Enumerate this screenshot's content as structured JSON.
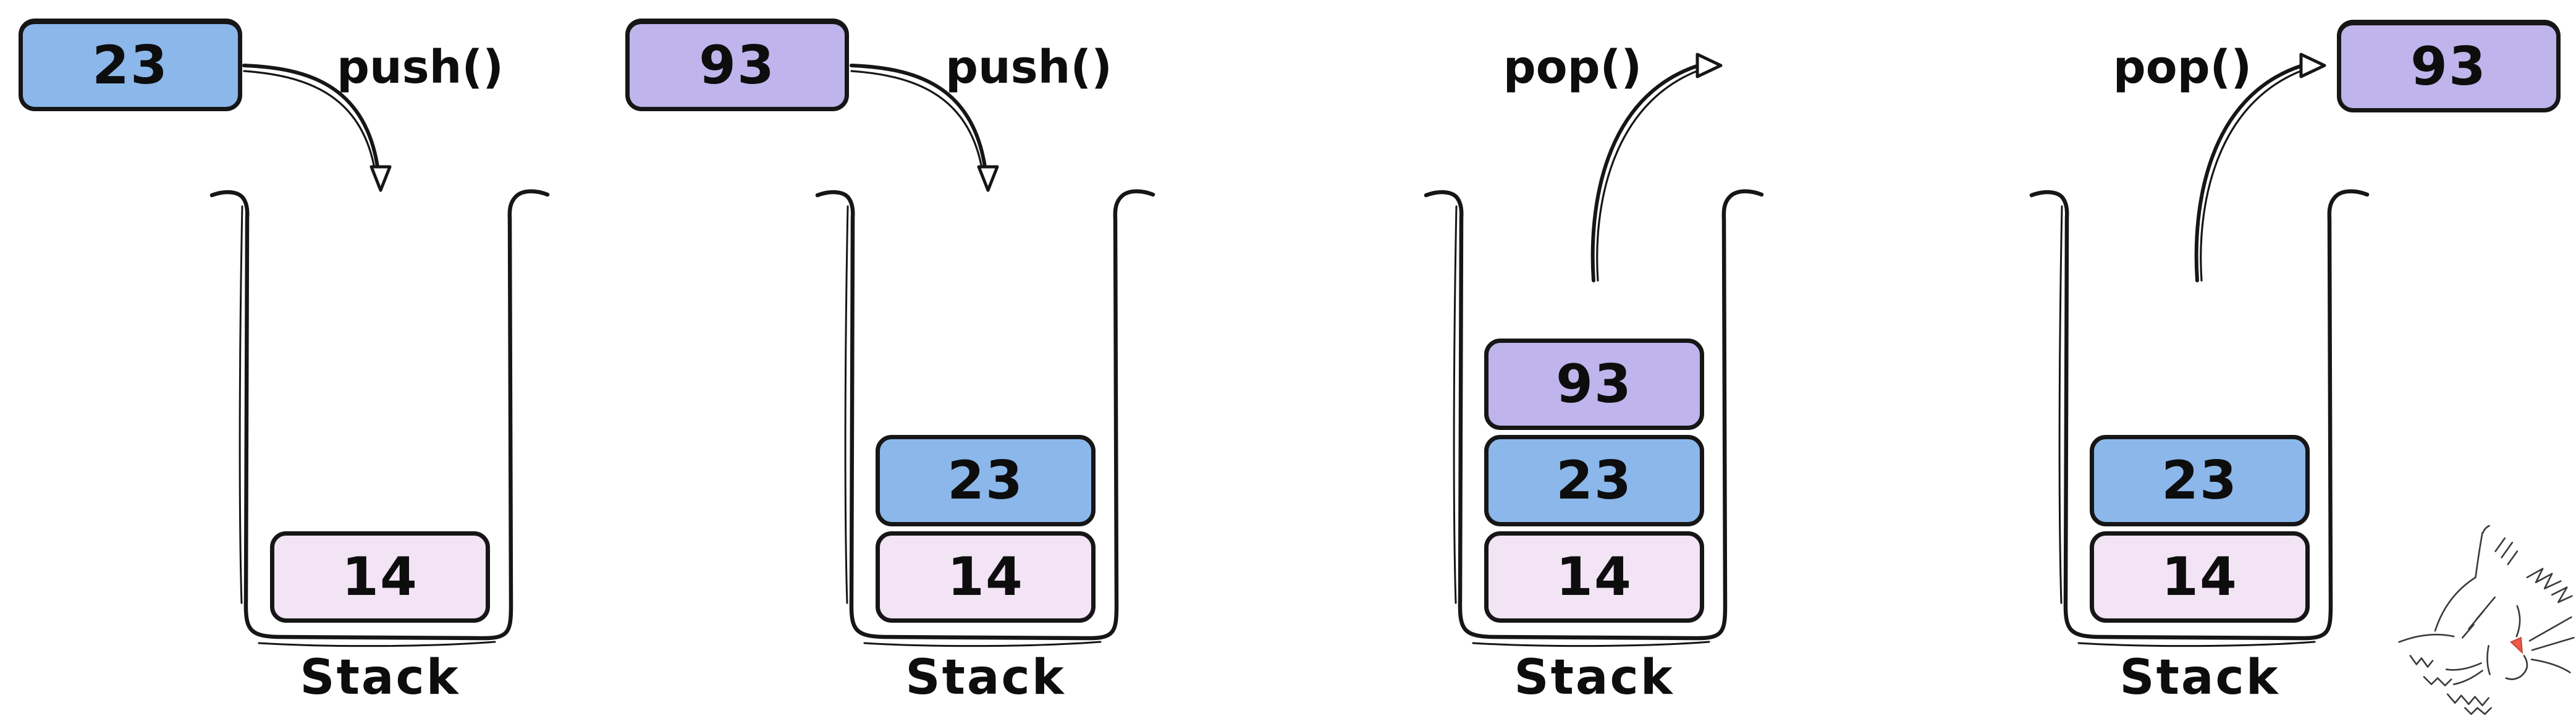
{
  "colors": {
    "blue": "#8BB7EA",
    "purple": "#BFB4EB",
    "pink": "#F2E3F5",
    "outline": "#161616",
    "cat_nose": "#EE5948"
  },
  "panels": [
    {
      "operation_label": "push()",
      "incoming_box": {
        "value": "23",
        "color": "blue"
      },
      "stack": {
        "label": "Stack",
        "items_top_to_bottom": [
          {
            "value": "14",
            "color": "pink"
          }
        ]
      }
    },
    {
      "operation_label": "push()",
      "incoming_box": {
        "value": "93",
        "color": "purple"
      },
      "stack": {
        "label": "Stack",
        "items_top_to_bottom": [
          {
            "value": "23",
            "color": "blue"
          },
          {
            "value": "14",
            "color": "pink"
          }
        ]
      }
    },
    {
      "operation_label": "pop()",
      "stack": {
        "label": "Stack",
        "items_top_to_bottom": [
          {
            "value": "93",
            "color": "purple"
          },
          {
            "value": "23",
            "color": "blue"
          },
          {
            "value": "14",
            "color": "pink"
          }
        ]
      }
    },
    {
      "operation_label": "pop()",
      "popped_box": {
        "value": "93",
        "color": "purple"
      },
      "stack": {
        "label": "Stack",
        "items_top_to_bottom": [
          {
            "value": "23",
            "color": "blue"
          },
          {
            "value": "14",
            "color": "pink"
          }
        ]
      }
    }
  ]
}
